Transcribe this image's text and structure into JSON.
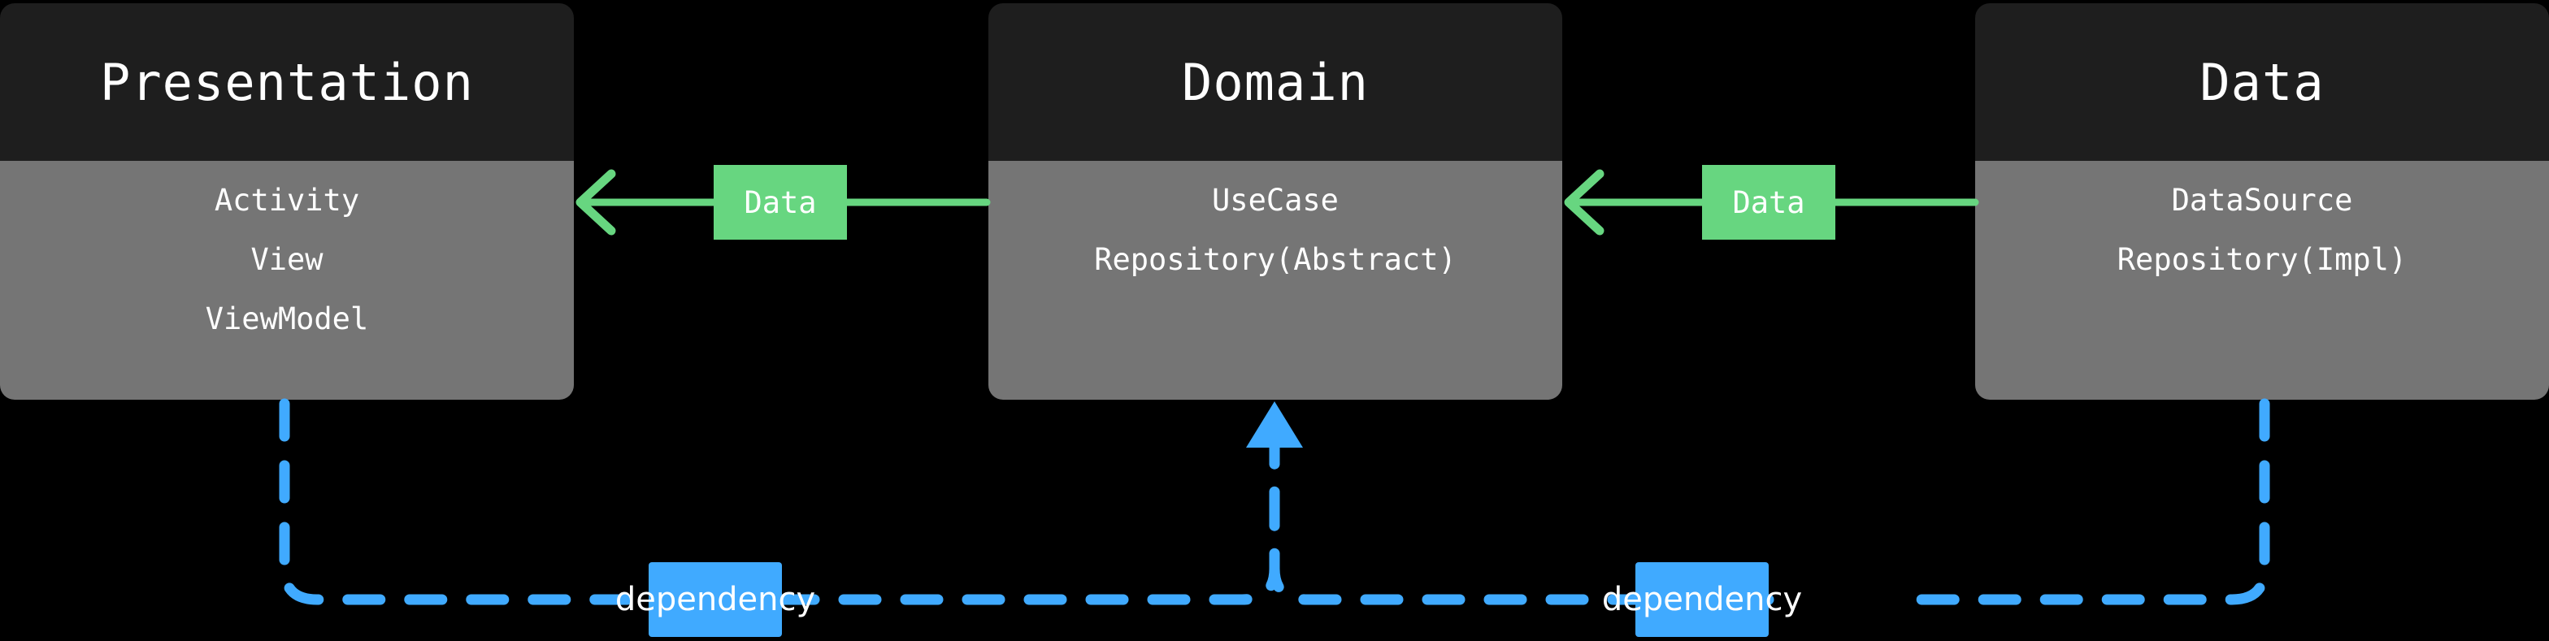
{
  "diagram": {
    "title": "Clean Architecture Layer Dependency Diagram",
    "background_color": "#000000",
    "layers": [
      {
        "id": "presentation",
        "title": "Presentation",
        "items": [
          "Activity",
          "View",
          "ViewModel"
        ],
        "header_color": "#1e1e1e",
        "body_color": "#757575"
      },
      {
        "id": "domain",
        "title": "Domain",
        "items": [
          "UseCase",
          "Repository(Abstract)"
        ],
        "header_color": "#1e1e1e",
        "body_color": "#757575"
      },
      {
        "id": "data",
        "title": "Data",
        "items": [
          "DataSource",
          "Repository(Impl)"
        ],
        "header_color": "#1e1e1e",
        "body_color": "#757575"
      }
    ],
    "data_flow_edges": [
      {
        "id": "domain-to-presentation",
        "label": "Data",
        "color": "#67d680",
        "direction": "left"
      },
      {
        "id": "data-to-domain",
        "label": "Data",
        "color": "#67d680",
        "direction": "left"
      }
    ],
    "dependency_edges": [
      {
        "id": "presentation-to-domain",
        "label": "dependency",
        "color": "#40aaff",
        "style": "dashed",
        "direction": "up"
      },
      {
        "id": "data-to-domain-dep",
        "label": "dependency",
        "color": "#40aaff",
        "style": "dashed",
        "direction": "up"
      }
    ]
  }
}
